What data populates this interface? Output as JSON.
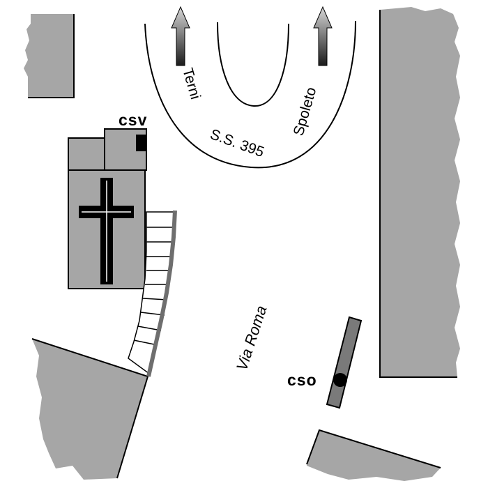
{
  "map": {
    "labels": {
      "station_csv": "csv",
      "station_cso": "cso",
      "street": "Via Roma",
      "road_number": "S.S. 395",
      "direction_left": "Terni",
      "direction_right": "Spoleto"
    },
    "colors": {
      "building_fill": "#a6a6a6",
      "outline": "#000000",
      "stairs_rail": "#6e6e6e",
      "background": "#ffffff"
    },
    "icons": [
      "cross-icon",
      "arrow-up-icon"
    ]
  }
}
